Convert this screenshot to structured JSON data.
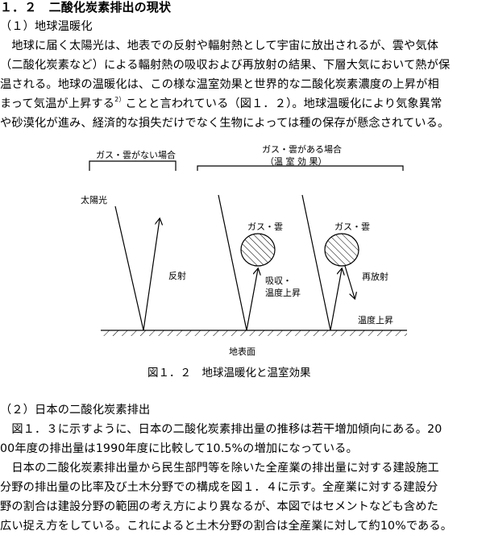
{
  "section": {
    "heading": "１．２　二酸化炭素排出の現状",
    "sub1": "（１）地球温暖化",
    "para1": [
      "　地球に届く太陽光は、地表での反射や輻射熱として宇宙に放出されるが、雲や気体",
      "（二酸化炭素など）による輻射熱の吸収および再放射の結果、下層大気において熱が保",
      "温される。地球の温暖化は、この様な温室効果と世界的な二酸化炭素濃度の上昇が相",
      "まって気温が上昇する",
      "ことと言われている（図１．２）。地球温暖化により気象異常",
      "や砂漠化が進み、経済的な損失だけでなく生物によっては種の保存が懸念されている。"
    ],
    "footnote_mark": "2）"
  },
  "figure": {
    "label_no_cloud": "ガス・雲がない場合",
    "label_with_cloud": "ガス・雲がある場合",
    "label_greenhouse": "（温 室 効 果）",
    "sunlight": "太陽光",
    "reflection": "反射",
    "gas_cloud_1": "ガス・雲",
    "gas_cloud_2": "ガス・雲",
    "absorption_1": "吸収・",
    "absorption_2": "温度上昇",
    "reradiation": "再放射",
    "temp_rise": "温度上昇",
    "ground": "地表面",
    "caption": "図１．２　地球温暖化と温室効果"
  },
  "section2": {
    "sub2": "（２）日本の二酸化炭素排出",
    "para2": [
      "　図１．３に示すように、日本の二酸化炭素排出量の推移は若干増加傾向にある。20",
      "00年度の排出量は1990年度に比較して10.5%の増加になっている。",
      "　日本の二酸化炭素排出量から民生部門等を除いた全産業の排出量に対する建設施工",
      "分野の排出量の比率及び土木分野での構成を図１．４に示す。全産業に対する建設分",
      "野の割合は建設分野の範囲の考え方により異なるが、本図ではセメントなども含めた",
      "広い捉え方をしている。これによると土木分野の割合は全産業に対して約10%である。"
    ]
  }
}
